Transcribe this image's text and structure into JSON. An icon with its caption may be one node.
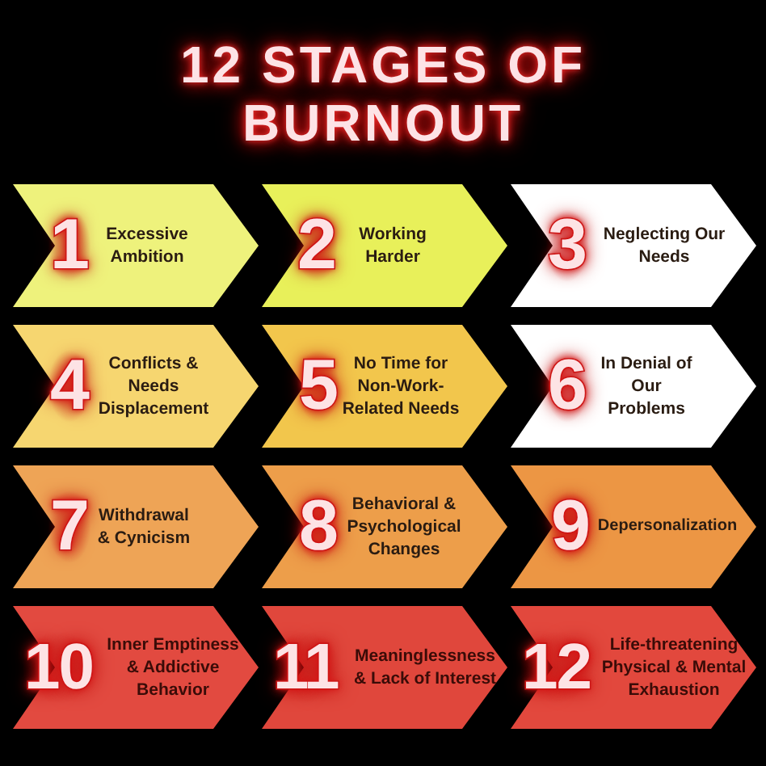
{
  "diagram": {
    "title": "12 STAGES OF BURNOUT",
    "nodes": [
      {
        "text": [
          "1",
          "Excessive Ambition"
        ]
      },
      {
        "text": [
          "2",
          "Working Harder"
        ]
      },
      {
        "text": [
          "3",
          "Neglecting Our Needs"
        ]
      },
      {
        "text": [
          "4",
          "Conflicts & Needs Displacement"
        ]
      },
      {
        "text": [
          "5",
          "No Time for Non-Work-Related Needs"
        ]
      },
      {
        "text": [
          "6",
          "In Denial of Our Problems"
        ]
      },
      {
        "text": [
          "7",
          "Withdrawal & Cynicism"
        ]
      },
      {
        "text": [
          "8",
          "Behavioral & Psychological Changes"
        ]
      },
      {
        "text": [
          "9",
          "Depersonalization"
        ]
      },
      {
        "text": [
          "10",
          "Inner Emptiness & Addictive Behavior"
        ]
      },
      {
        "text": [
          "11",
          "Meaninglessness & Lack of Interest"
        ]
      },
      {
        "text": [
          "12",
          "Life-threatening Physical & Mental Exhaustion"
        ]
      }
    ]
  }
}
